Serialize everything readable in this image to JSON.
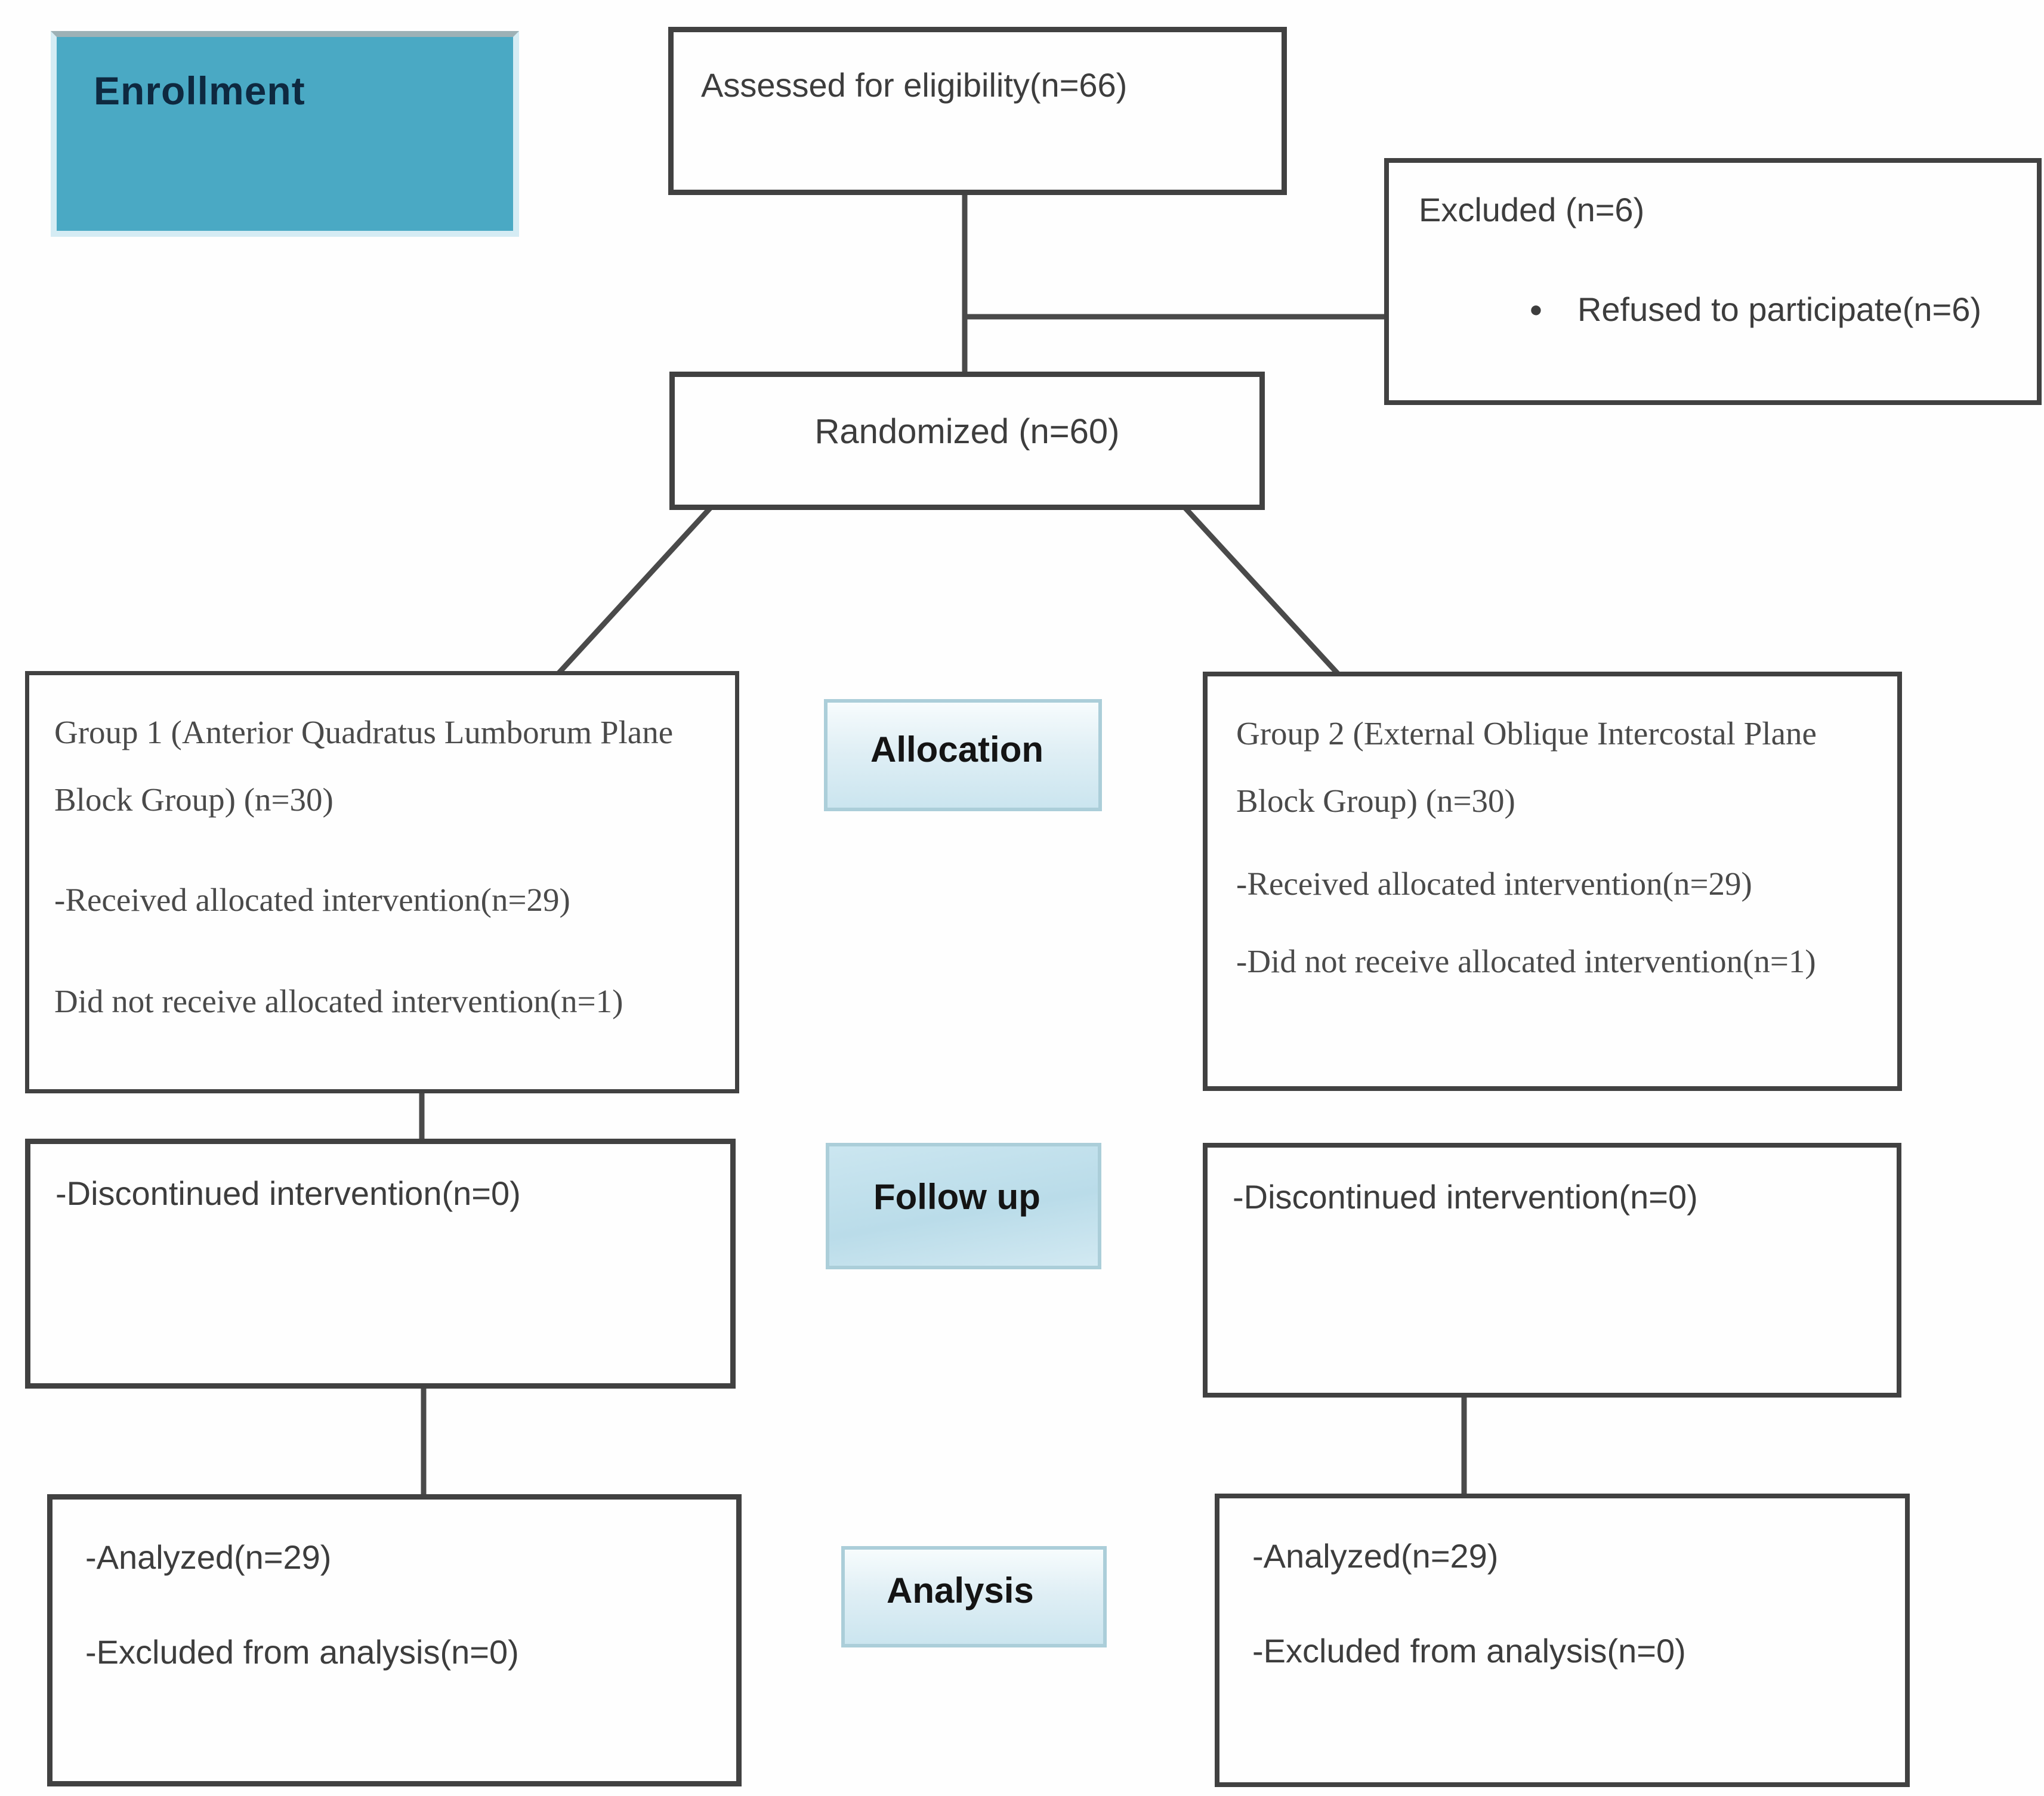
{
  "stages": {
    "enrollment": "Enrollment",
    "allocation": "Allocation",
    "followup": "Follow up",
    "analysis": "Analysis"
  },
  "boxes": {
    "assessed": "Assessed for eligibility(n=66)",
    "excluded_title": "Excluded (n=6)",
    "excluded_bullet_glyph": "●",
    "excluded_bullet_text": "Refused to participate(n=6)",
    "randomized": "Randomized (n=60)",
    "group1_title": "Group 1 (Anterior Quadratus Lumborum Plane Block Group) (n=30)",
    "group1_received": "-Received allocated intervention(n=29)",
    "group1_not_received": "Did not receive allocated intervention(n=1)",
    "group2_title": "Group 2 (External Oblique Intercostal Plane Block Group) (n=30)",
    "group2_received": "-Received allocated intervention(n=29)",
    "group2_not_received": "-Did not receive allocated intervention(n=1)",
    "followup_left": "-Discontinued intervention(n=0)",
    "followup_right": "-Discontinued intervention(n=0)",
    "analysis_left_analyzed": "-Analyzed(n=29)",
    "analysis_left_excluded": "-Excluded from analysis(n=0)",
    "analysis_right_analyzed": "-Analyzed(n=29)",
    "analysis_right_excluded": "-Excluded from analysis(n=0)"
  },
  "colors": {
    "enrollment_fill": "#4aa9c4",
    "enrollment_text": "#0e2940",
    "box_border": "#414141",
    "connector": "#4a4a4a",
    "stage_label_fill": "#cde6f0",
    "stage_label_border": "#abced9",
    "body_text": "#3d3d3d"
  }
}
